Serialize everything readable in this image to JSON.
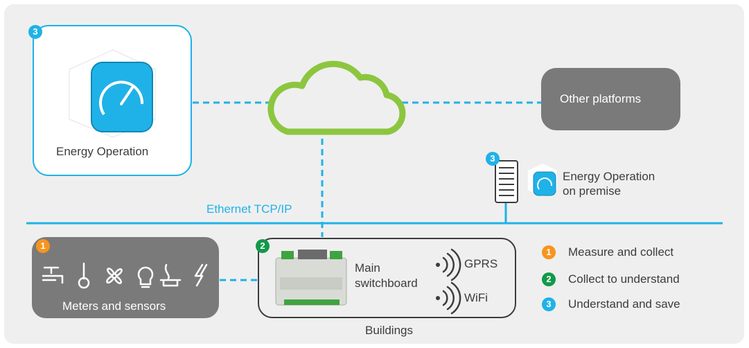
{
  "energy_operation_card": {
    "badge": "3",
    "label": "Energy Operation"
  },
  "other_platforms": {
    "label": "Other platforms"
  },
  "on_premise": {
    "badge": "3",
    "label_line1": "Energy Operation",
    "label_line2": "on premise"
  },
  "network": {
    "label": "Ethernet TCP/IP"
  },
  "meters": {
    "badge": "1",
    "label": "Meters and sensors"
  },
  "buildings": {
    "badge": "2",
    "switchboard_line1": "Main",
    "switchboard_line2": "switchboard",
    "gprs": "GPRS",
    "wifi": "WiFi",
    "caption": "Buildings"
  },
  "legend": [
    {
      "num": "1",
      "text": "Measure and collect",
      "color": "#f7941d"
    },
    {
      "num": "2",
      "text": "Collect to understand",
      "color": "#119a48"
    },
    {
      "num": "3",
      "text": "Understand and save",
      "color": "#1fb2e8"
    }
  ],
  "colors": {
    "accent_blue": "#1fb2e8",
    "cloud_green": "#8cc63f",
    "gray_box": "#7a7a7a"
  }
}
